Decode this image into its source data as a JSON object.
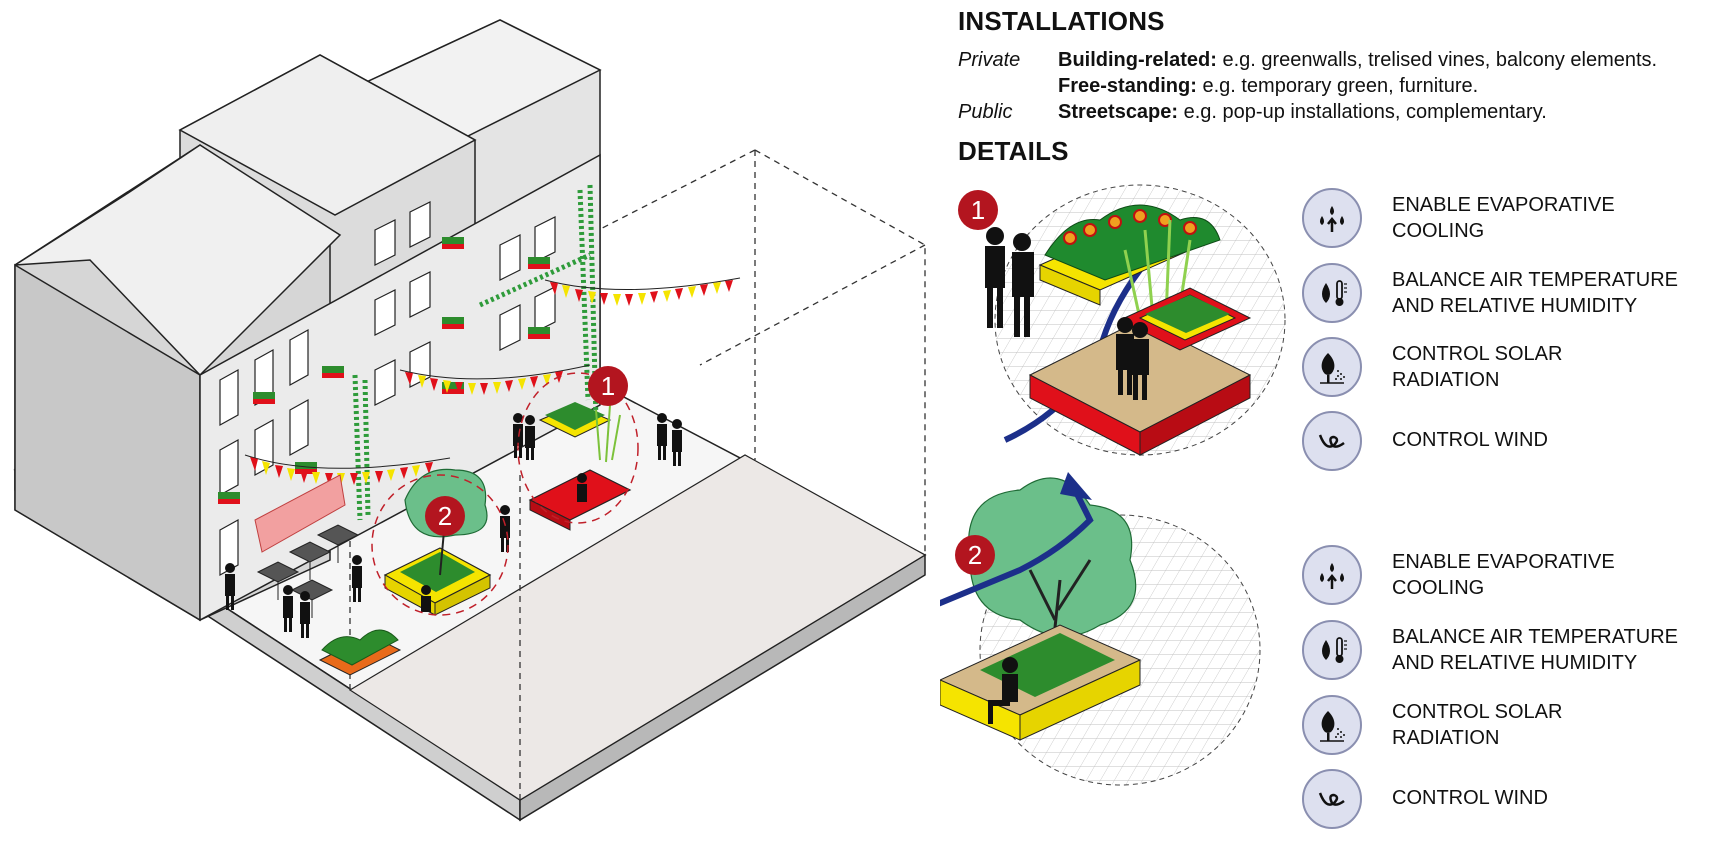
{
  "installations": {
    "heading": "INSTALLATIONS",
    "rows": [
      {
        "category": "Private",
        "term": "Building-related:",
        "text": " e.g. greenwalls, trelised vines, balcony elements."
      },
      {
        "category": "",
        "term": "Free-standing:",
        "text": " e.g. temporary green, furniture."
      },
      {
        "category": "Public",
        "term": "Streetscape:",
        "text": " e.g. pop-up installations, complementary."
      }
    ]
  },
  "details": {
    "heading": "DETAILS",
    "groups": [
      {
        "marker": "1",
        "benefits": [
          {
            "icon": "evaporative-cooling-icon",
            "label": "ENABLE EVAPORATIVE\nCOOLING"
          },
          {
            "icon": "air-temperature-humidity-icon",
            "label": "BALANCE AIR TEMPERATURE\nAND RELATIVE HUMIDITY"
          },
          {
            "icon": "solar-radiation-icon",
            "label": "CONTROL SOLAR\nRADIATION"
          },
          {
            "icon": "wind-icon",
            "label": "CONTROL WIND"
          }
        ]
      },
      {
        "marker": "2",
        "benefits": [
          {
            "icon": "evaporative-cooling-icon",
            "label": "ENABLE EVAPORATIVE\nCOOLING"
          },
          {
            "icon": "air-temperature-humidity-icon",
            "label": "BALANCE AIR TEMPERATURE\nAND RELATIVE HUMIDITY"
          },
          {
            "icon": "solar-radiation-icon",
            "label": "CONTROL SOLAR\nRADIATION"
          },
          {
            "icon": "wind-icon",
            "label": "CONTROL WIND"
          }
        ]
      }
    ]
  },
  "scene_markers": [
    "1",
    "2"
  ],
  "colors": {
    "marker_red": "#b3151f",
    "planter_yellow": "#f5e400",
    "planter_red": "#e0101a",
    "foliage_green": "#1f8a2e",
    "wind_arrow_blue": "#1c2f8a",
    "icon_bg": "#dde0ef"
  }
}
